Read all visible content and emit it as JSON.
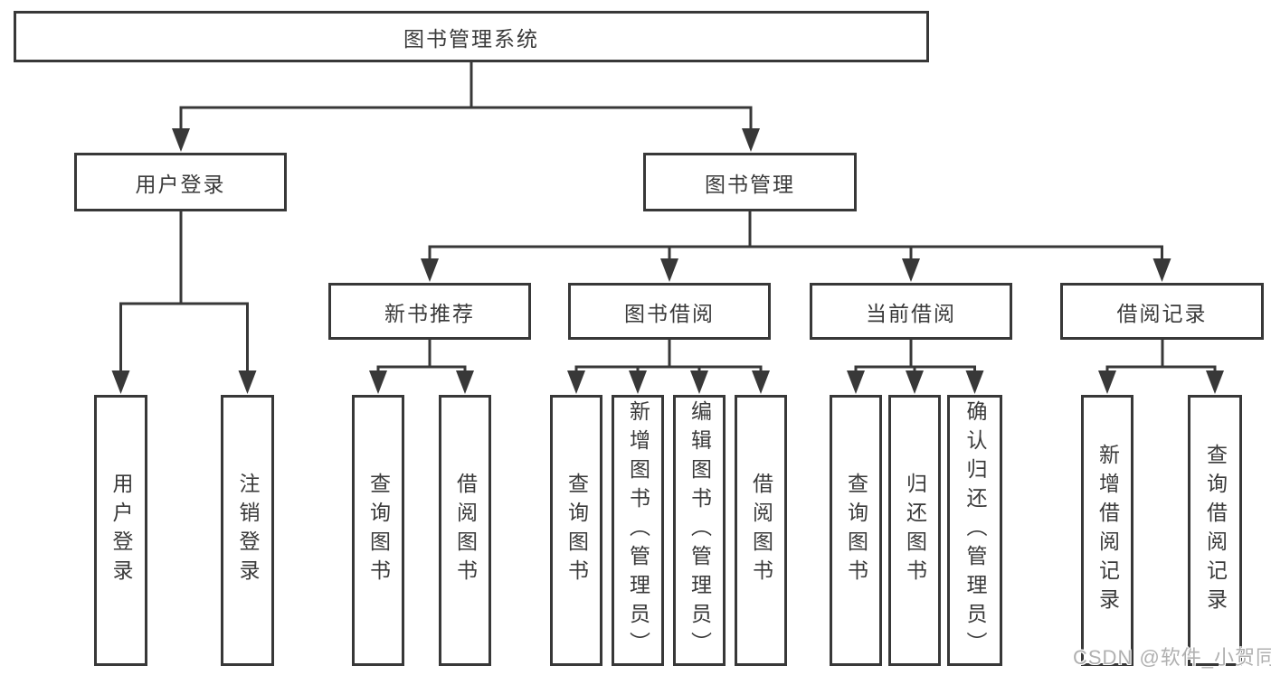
{
  "tree": {
    "root": {
      "label": "图书管理系统",
      "children": [
        {
          "label": "用户登录",
          "children": [
            {
              "label": "用户登录"
            },
            {
              "label": "注销登录"
            }
          ]
        },
        {
          "label": "图书管理",
          "children": [
            {
              "label": "新书推荐",
              "children": [
                {
                  "label": "查询图书"
                },
                {
                  "label": "借阅图书"
                }
              ]
            },
            {
              "label": "图书借阅",
              "children": [
                {
                  "label": "查询图书"
                },
                {
                  "label": "新增图书（管理员）"
                },
                {
                  "label": "编辑图书（管理员）"
                },
                {
                  "label": "借阅图书"
                }
              ]
            },
            {
              "label": "当前借阅",
              "children": [
                {
                  "label": "查询图书"
                },
                {
                  "label": "归还图书"
                },
                {
                  "label": "确认归还（管理员）"
                }
              ]
            },
            {
              "label": "借阅记录",
              "children": [
                {
                  "label": "新增借阅记录"
                },
                {
                  "label": "查询借阅记录"
                }
              ]
            }
          ]
        }
      ]
    }
  },
  "watermark": {
    "text": "CSDN @软件_小贺同学"
  },
  "colors": {
    "line": "#383838",
    "text": "#3a3a3a",
    "background": "#ffffff",
    "watermark_text": "#b0b0b0"
  }
}
